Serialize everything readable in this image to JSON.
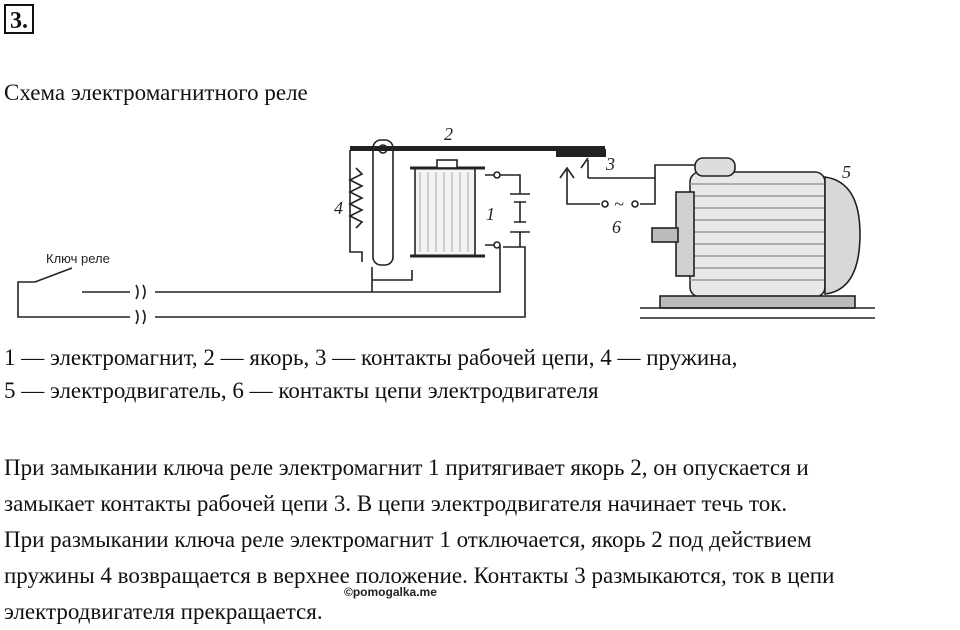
{
  "task_number": "3.",
  "title": "Схема электромагнитного реле",
  "diagram": {
    "labels": {
      "electromagnet": "1",
      "armature": "2",
      "working_contacts": "3",
      "spring": "4",
      "motor": "5",
      "motor_contacts": "6",
      "relay_key": "Ключ реле",
      "tilde": "~"
    }
  },
  "legend": {
    "line1": "1 — электромагнит, 2 — якорь, 3 — контакты рабочей цепи,  4 — пружина,",
    "line2": "5 — электродвигатель, 6 — контакты цепи электродвигателя"
  },
  "paragraph": {
    "lines": [
      "При замыкании ключа реле электромагнит 1 притягивает якорь 2, он опускается и",
      "замыкает контакты рабочей цепи 3. В цепи электродвигателя начинает течь ток.",
      "При размыкании ключа реле электромагнит 1 отключается, якорь 2 под действием",
      "пружины 4 возвращается в верхнее положение. Контакты 3 размыкаются, ток в цепи",
      "электродвигателя прекращается."
    ]
  },
  "watermark": "©pomogalka.me"
}
